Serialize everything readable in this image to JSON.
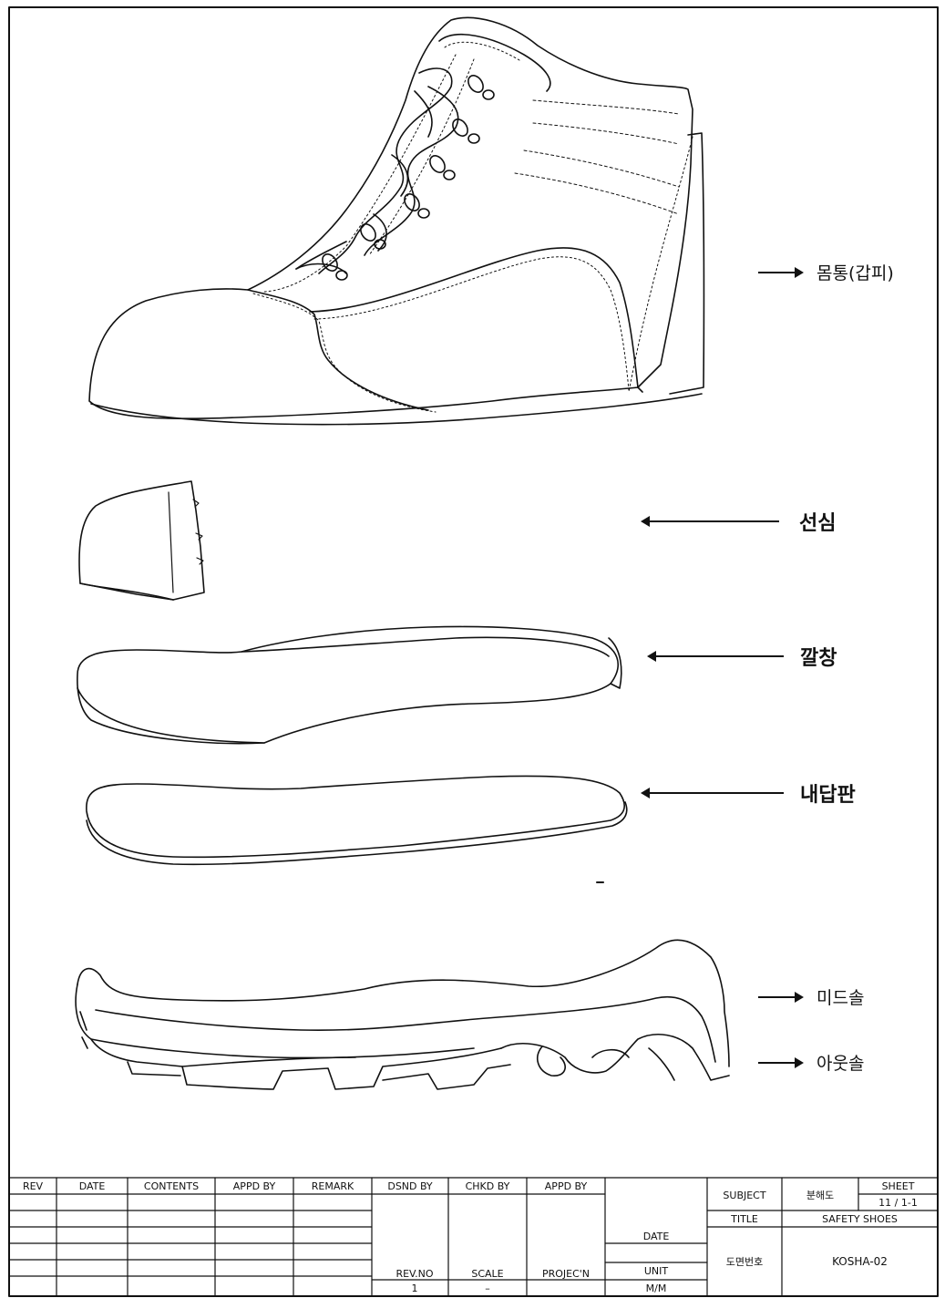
{
  "callouts": {
    "upper": "몸통(갑피)",
    "toecap": "선심",
    "insole_top": "깔창",
    "insole_inner": "내답판",
    "midsole": "미드솔",
    "outsole": "아웃솔"
  },
  "title_block": {
    "headers": {
      "rev": "REV",
      "date": "DATE",
      "contents": "CONTENTS",
      "appd_by": "APPD BY",
      "remark": "REMARK",
      "dsnd_by": "DSND BY",
      "chkd_by": "CHKD BY",
      "appd_by_2": "APPD BY"
    },
    "date_label": "DATE",
    "rev_no_label": "REV.NO",
    "rev_no_value": "1",
    "scale_label": "SCALE",
    "scale_value": "–",
    "project_label": "PROJEC'N",
    "unit_label": "UNIT",
    "unit_value": "M/M",
    "subject_label": "SUBJECT",
    "subject_value": "분해도",
    "sheet_label": "SHEET",
    "sheet_value": "11 / 1-1",
    "title_label": "TITLE",
    "title_value": "SAFETY SHOES",
    "drawing_no_label": "도면번호",
    "drawing_no_value": "KOSHA-02"
  }
}
